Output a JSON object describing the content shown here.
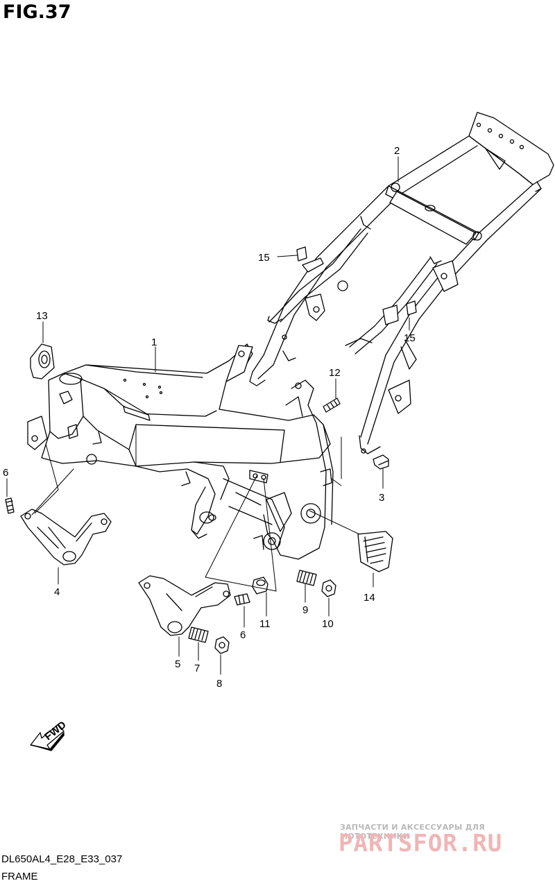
{
  "figure": {
    "title": "FIG.37"
  },
  "callouts": [
    {
      "id": "1",
      "label": "1"
    },
    {
      "id": "2",
      "label": "2"
    },
    {
      "id": "3",
      "label": "3"
    },
    {
      "id": "4",
      "label": "4"
    },
    {
      "id": "5",
      "label": "5"
    },
    {
      "id": "6a",
      "label": "6"
    },
    {
      "id": "6b",
      "label": "6"
    },
    {
      "id": "7",
      "label": "7"
    },
    {
      "id": "8",
      "label": "8"
    },
    {
      "id": "9",
      "label": "9"
    },
    {
      "id": "10",
      "label": "10"
    },
    {
      "id": "11",
      "label": "11"
    },
    {
      "id": "12",
      "label": "12"
    },
    {
      "id": "13",
      "label": "13"
    },
    {
      "id": "14",
      "label": "14"
    },
    {
      "id": "15a",
      "label": "15"
    },
    {
      "id": "15b",
      "label": "15"
    }
  ],
  "fwd_label": "FWD",
  "footer": {
    "code": "DL650AL4_E28_E33_037",
    "section": "FRAME"
  },
  "watermark": {
    "subtitle": "ЗАПЧАСТИ И АКСЕССУАРЫ ДЛЯ МОТОТЕХНИКИ",
    "logo": "PARTSFOR.RU"
  }
}
